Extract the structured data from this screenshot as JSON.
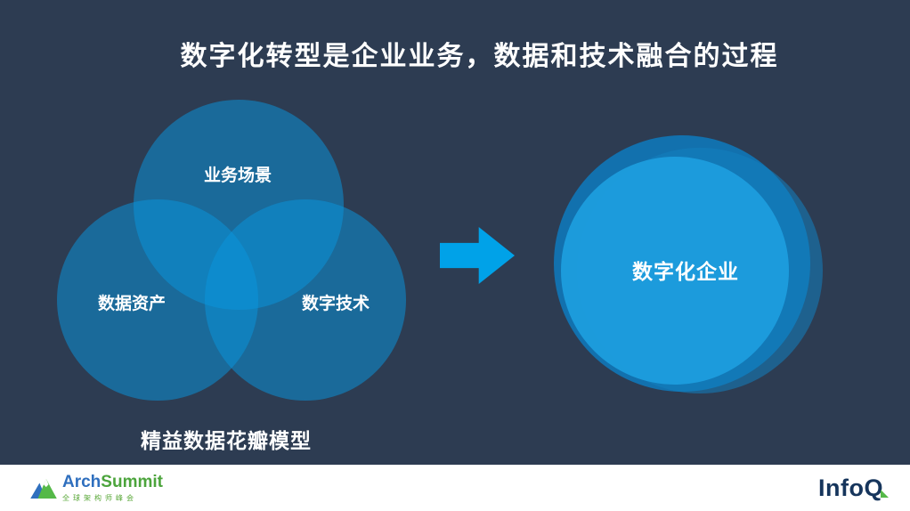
{
  "title": "数字化转型是企业业务，数据和技术融合的过程",
  "venn": {
    "circles": [
      {
        "label": "业务场景"
      },
      {
        "label": "数据资产"
      },
      {
        "label": "数字技术"
      }
    ],
    "caption": "精益数据花瓣模型"
  },
  "arrow": {
    "icon": "right-arrow",
    "color": "#00a2e8"
  },
  "result": {
    "label": "数字化企业"
  },
  "footer": {
    "archsummit": {
      "arch": "Arch",
      "summit": "Summit",
      "subtitle": "全球架构师峰会"
    },
    "infoq": {
      "text": "InfoQ"
    }
  },
  "colors": {
    "background": "#2d3c52",
    "venn_fill": "#0a96dc",
    "arrow": "#00a2e8",
    "result_outer": "#1076b6",
    "result_inner": "#1e9ddd",
    "footer_background": "#ffffff",
    "arch_blue": "#2f6fbe",
    "arch_green": "#4ca43c",
    "infoq_navy": "#16355c",
    "infoq_green": "#55b948",
    "text": "#ffffff"
  }
}
